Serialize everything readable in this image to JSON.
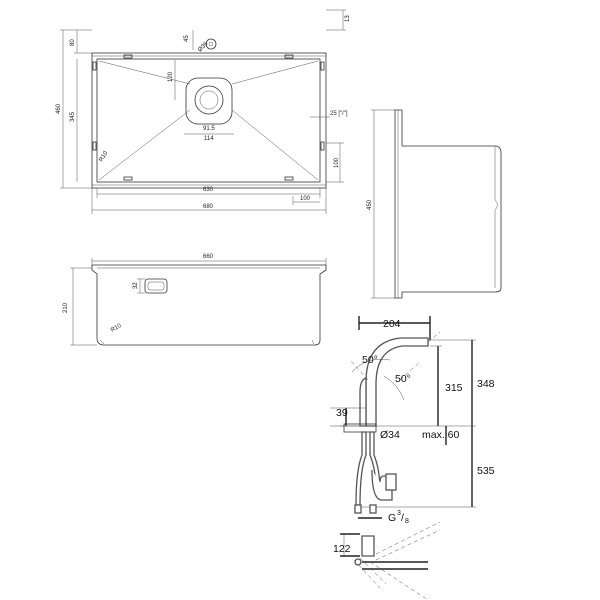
{
  "top_view": {
    "dims": {
      "d13": "13",
      "d45": "45",
      "d80": "80",
      "d35": "Ø35",
      "d120": "120",
      "d460": "460",
      "d345": "345",
      "d91_5": "91.5",
      "d114": "114",
      "d25": "25 [\"/\"]",
      "dR10": "R10",
      "d100v": "100",
      "d630": "630",
      "d100h": "100",
      "d680": "680"
    }
  },
  "front_section": {
    "dims": {
      "d660": "660",
      "d210": "210",
      "d32": "32",
      "dR10": "R10"
    }
  },
  "side_view": {
    "dims": {
      "d450": "450"
    }
  },
  "faucet": {
    "dims": {
      "d204": "204",
      "d348": "348",
      "d315": "315",
      "a50_top": "50°",
      "a50_right": "50°",
      "d39": "39",
      "d34": "Ø34",
      "dmax60": "max. 60",
      "d535": "535",
      "dG": "G",
      "dG_num": "3",
      "dG_den": "8",
      "d122": "122"
    }
  }
}
